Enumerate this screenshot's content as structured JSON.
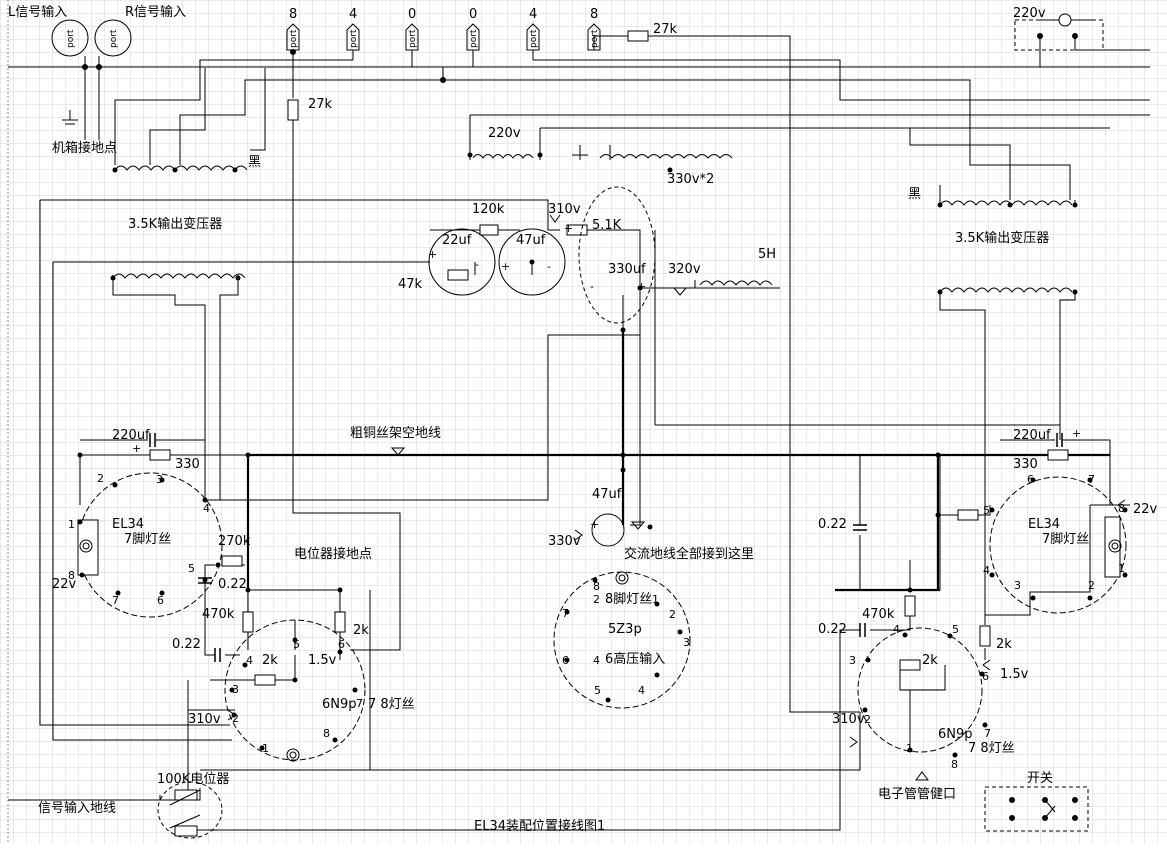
{
  "title": "EL34装配位置接线图1",
  "inputs": {
    "left": "L信号输入",
    "right": "R信号输入"
  },
  "port_label": "port",
  "port_numbers": [
    "8",
    "4",
    "0",
    "0",
    "4",
    "8"
  ],
  "labels": {
    "chassis_ground": "机箱接地点",
    "black_left": "黑",
    "black_right": "黑",
    "opt_left": "3.5K输出变压器",
    "opt_right": "3.5K输出变压器",
    "mains": "220v",
    "ht_winding": "330v*2",
    "c120k": "120k",
    "v310": "310v",
    "r51k": "5.1K",
    "c22uf": "22uf",
    "c47uf": "47uf",
    "r47k": "47k",
    "c330uf": "330uf",
    "v320": "320v",
    "choke": "5H",
    "r27k_top": "27k",
    "r27k_vert": "27k",
    "ground_bus": "粗铜丝架空地线",
    "c220uf_l": "220uf",
    "c220uf_r": "220uf",
    "r330_l": "330",
    "r330_r": "330",
    "el34": "EL34",
    "filament7": "7脚灯丝",
    "v22": "22v",
    "r270k": "270k",
    "c022": "0.22",
    "r470k": "470k",
    "r2k": "2k",
    "v15": "1.5v",
    "pot_ground": "电位器接地点",
    "ac_ground": "交流地线全部接到这里",
    "c47uf_mid": "47uf",
    "v330": "330v",
    "rect": "5Z3p",
    "filament8": "8脚灯丝",
    "ht_in": "6高压输入",
    "n6n9p": "6N9p",
    "filament78": "7 8灯丝",
    "pot": "100K电位器",
    "sig_ground": "信号输入地线",
    "tube_socket": "电子管管健口",
    "switch": "开关",
    "plus": "+",
    "minus": "-"
  }
}
